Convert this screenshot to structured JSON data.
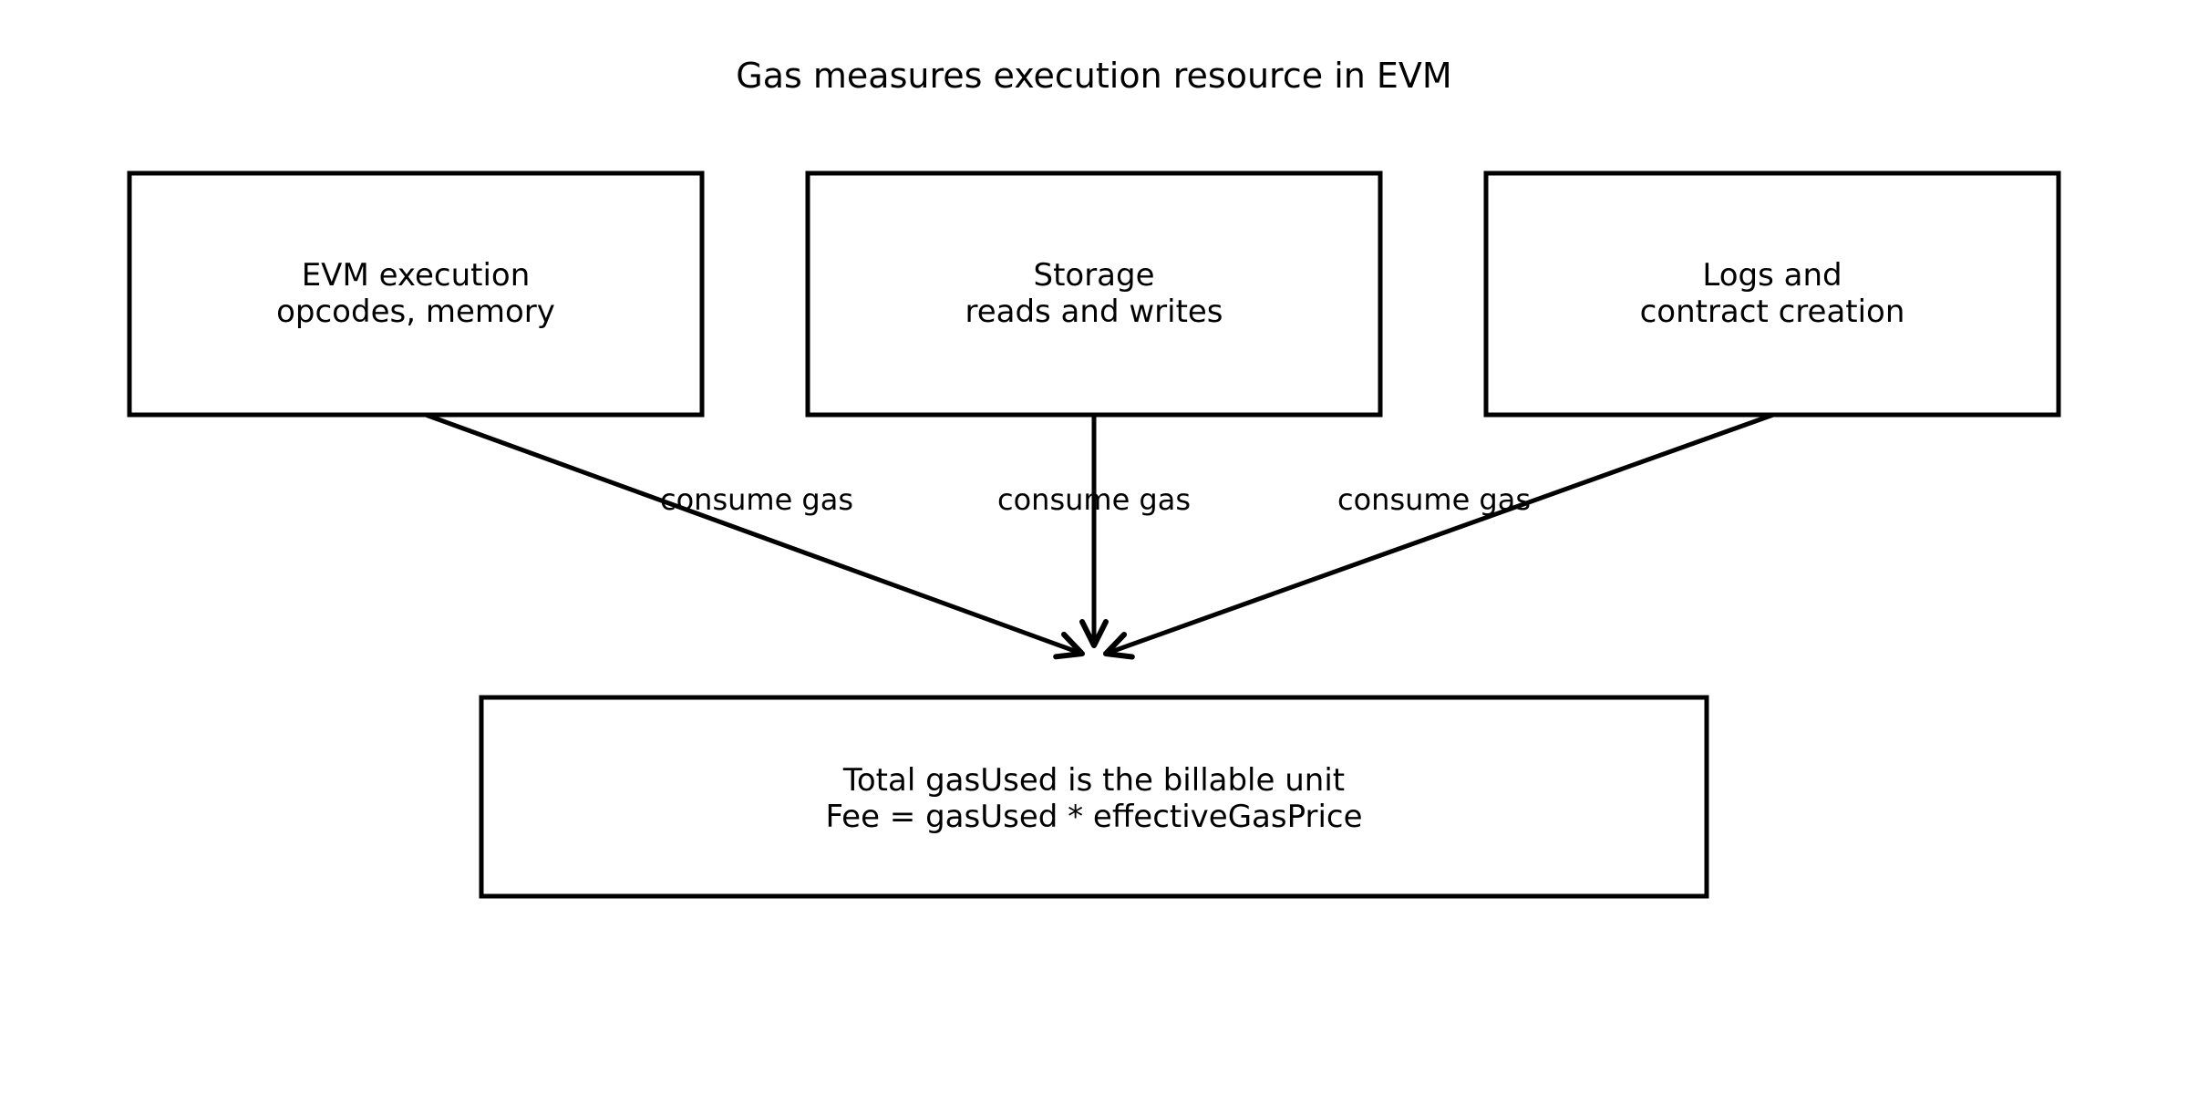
{
  "title": "Gas measures execution resource in EVM",
  "boxes": {
    "evm_execution": {
      "line1": "EVM execution",
      "line2": "opcodes, memory"
    },
    "storage": {
      "line1": "Storage",
      "line2": "reads and writes"
    },
    "logs": {
      "line1": "Logs and",
      "line2": "contract creation"
    },
    "total": {
      "line1": "Total gasUsed is the billable unit",
      "line2": "Fee = gasUsed * effectiveGasPrice"
    }
  },
  "edge_labels": {
    "left": "consume gas",
    "middle": "consume gas",
    "right": "consume gas"
  },
  "colors": {
    "foreground": "#000000",
    "background": "#ffffff"
  }
}
